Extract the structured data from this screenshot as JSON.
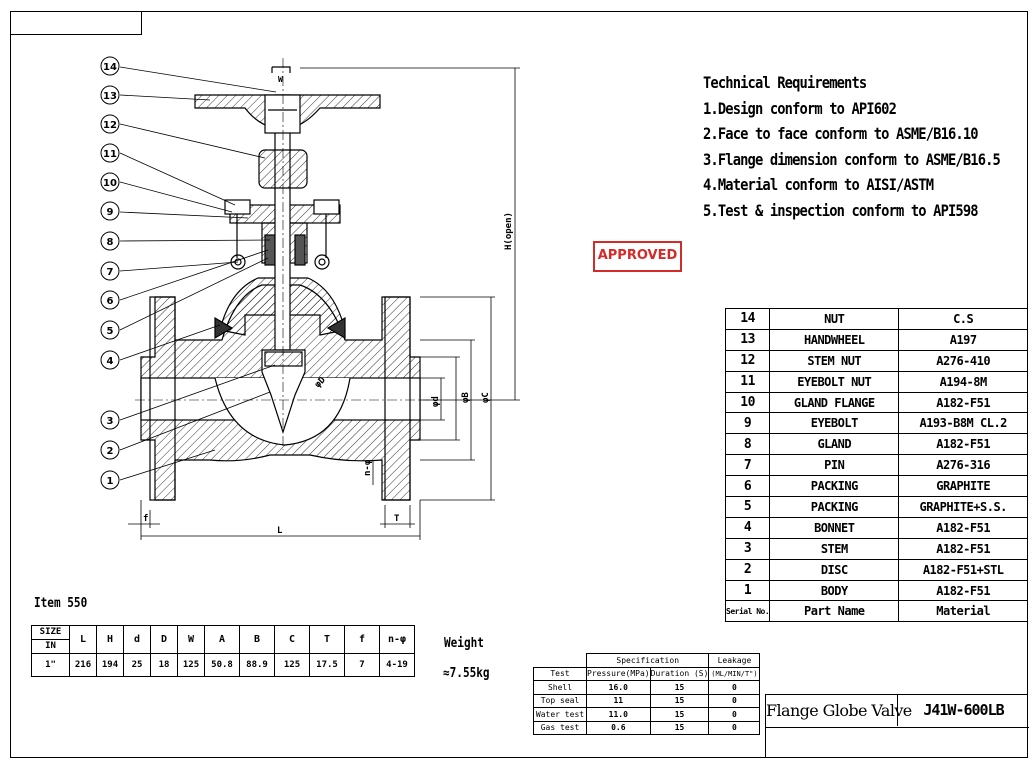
{
  "technical_requirements": {
    "title": "Technical Requirements",
    "items": [
      "1.Design conform to API602",
      "2.Face to face conform to ASME/B16.10",
      "3.Flange dimension conform to ASME/B16.5",
      "4.Material conform to AISI/ASTM",
      "5.Test & inspection conform to API598"
    ]
  },
  "stamp": "APPROVED",
  "drawing": {
    "balloons": [
      "14",
      "13",
      "12",
      "11",
      "10",
      "9",
      "8",
      "7",
      "6",
      "5",
      "4",
      "3",
      "2",
      "1"
    ],
    "dim_labels": {
      "h": "H(open)",
      "L": "L",
      "f": "f",
      "T": "T",
      "W": "W",
      "d": "φd",
      "B": "φB",
      "C": "φC",
      "n": "n-φ",
      "D": "φD"
    },
    "accent_color": "#000000"
  },
  "parts_list": {
    "rows": [
      {
        "no": "14",
        "part": "NUT",
        "material": "C.S"
      },
      {
        "no": "13",
        "part": "HANDWHEEL",
        "material": "A197"
      },
      {
        "no": "12",
        "part": "STEM NUT",
        "material": "A276-410"
      },
      {
        "no": "11",
        "part": "EYEBOLT NUT",
        "material": "A194-8M"
      },
      {
        "no": "10",
        "part": "GLAND FLANGE",
        "material": "A182-F51"
      },
      {
        "no": "9",
        "part": "EYEBOLT",
        "material": "A193-B8M CL.2"
      },
      {
        "no": "8",
        "part": "GLAND",
        "material": "A182-F51"
      },
      {
        "no": "7",
        "part": "PIN",
        "material": "A276-316"
      },
      {
        "no": "6",
        "part": "PACKING",
        "material": "GRAPHITE"
      },
      {
        "no": "5",
        "part": "PACKING",
        "material": "GRAPHITE+S.S."
      },
      {
        "no": "4",
        "part": "BONNET",
        "material": "A182-F51"
      },
      {
        "no": "3",
        "part": "STEM",
        "material": "A182-F51"
      },
      {
        "no": "2",
        "part": "DISC",
        "material": "A182-F51+STL"
      },
      {
        "no": "1",
        "part": "BODY",
        "material": "A182-F51"
      }
    ],
    "header": {
      "no": "Serial No.",
      "part": "Part Name",
      "material": "Material"
    }
  },
  "item": "Item 550",
  "dimensions": {
    "size_label_top": "SIZE",
    "size_label_bottom": "IN",
    "headers": [
      "L",
      "H",
      "d",
      "D",
      "W",
      "A",
      "B",
      "C",
      "T",
      "f",
      "n-φ"
    ],
    "size_value": "1\"",
    "values": [
      "216",
      "194",
      "25",
      "18",
      "125",
      "50.8",
      "88.9",
      "125",
      "17.5",
      "7",
      "4-19"
    ],
    "weight_label": "Weight",
    "weight_value": "≈7.55kg"
  },
  "spec_table": {
    "group_header": "Specification",
    "leak_header": "Leakage",
    "col_headers": [
      "Test",
      "Pressure(MPa)",
      "Duration (S)",
      "(ML/MIN/T\")"
    ],
    "rows": [
      {
        "test": "Shell",
        "pressure": "16.0",
        "duration": "15",
        "leak": "0"
      },
      {
        "test": "Top seal",
        "pressure": "11",
        "duration": "15",
        "leak": "0"
      },
      {
        "test": "Water test",
        "pressure": "11.0",
        "duration": "15",
        "leak": "0"
      },
      {
        "test": "Gas test",
        "pressure": "0.6",
        "duration": "15",
        "leak": "0"
      }
    ]
  },
  "title_block": {
    "name": "Flange Globe Valve",
    "model": "J41W-600LB"
  }
}
